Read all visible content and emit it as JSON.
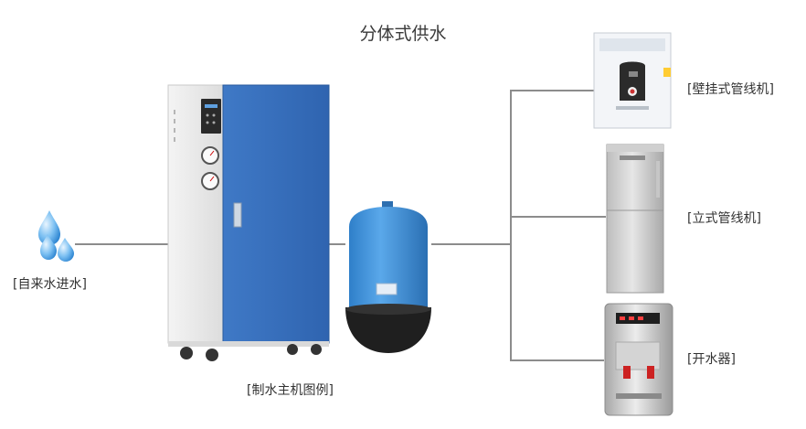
{
  "diagram": {
    "title": "分体式供水",
    "source_label": "[自来水进水]",
    "main_unit_label": "[制水主机图例]",
    "outputs": [
      {
        "label": "[壁挂式管线机]",
        "icon": "wall-mounted-dispenser-icon"
      },
      {
        "label": "[立式管线机]",
        "icon": "standing-dispenser-icon"
      },
      {
        "label": "[开水器]",
        "icon": "water-boiler-icon"
      }
    ],
    "colors": {
      "cabinet_blue": "#3f79c6",
      "tank_blue": "#3a8fd6",
      "pipe_gray": "#8c8c8c",
      "water_drop": "#4aa3e6"
    }
  }
}
